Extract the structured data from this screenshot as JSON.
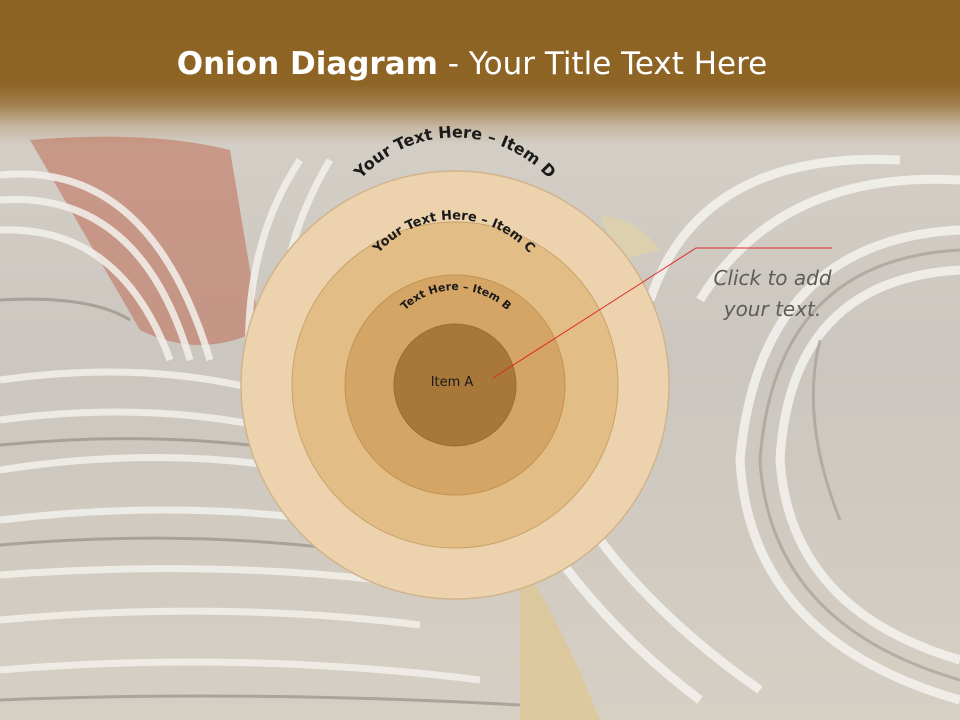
{
  "title": {
    "bold": "Onion Diagram",
    "rest": " - Your Title Text Here"
  },
  "diagram": {
    "layers": [
      {
        "label": "Item A",
        "color": "#a77838"
      },
      {
        "label": "Text Here – Item B",
        "color": "#d4a564"
      },
      {
        "label": "Your Text Here – Item C",
        "color": "#e2bd86"
      },
      {
        "label": "Your Text Here – Item D",
        "color": "#ecd3ad"
      }
    ],
    "callout": {
      "line1": "Click  to add",
      "line2": "your text.",
      "line_color": "#e02a2a"
    }
  },
  "colors": {
    "header": "#8c6222"
  }
}
